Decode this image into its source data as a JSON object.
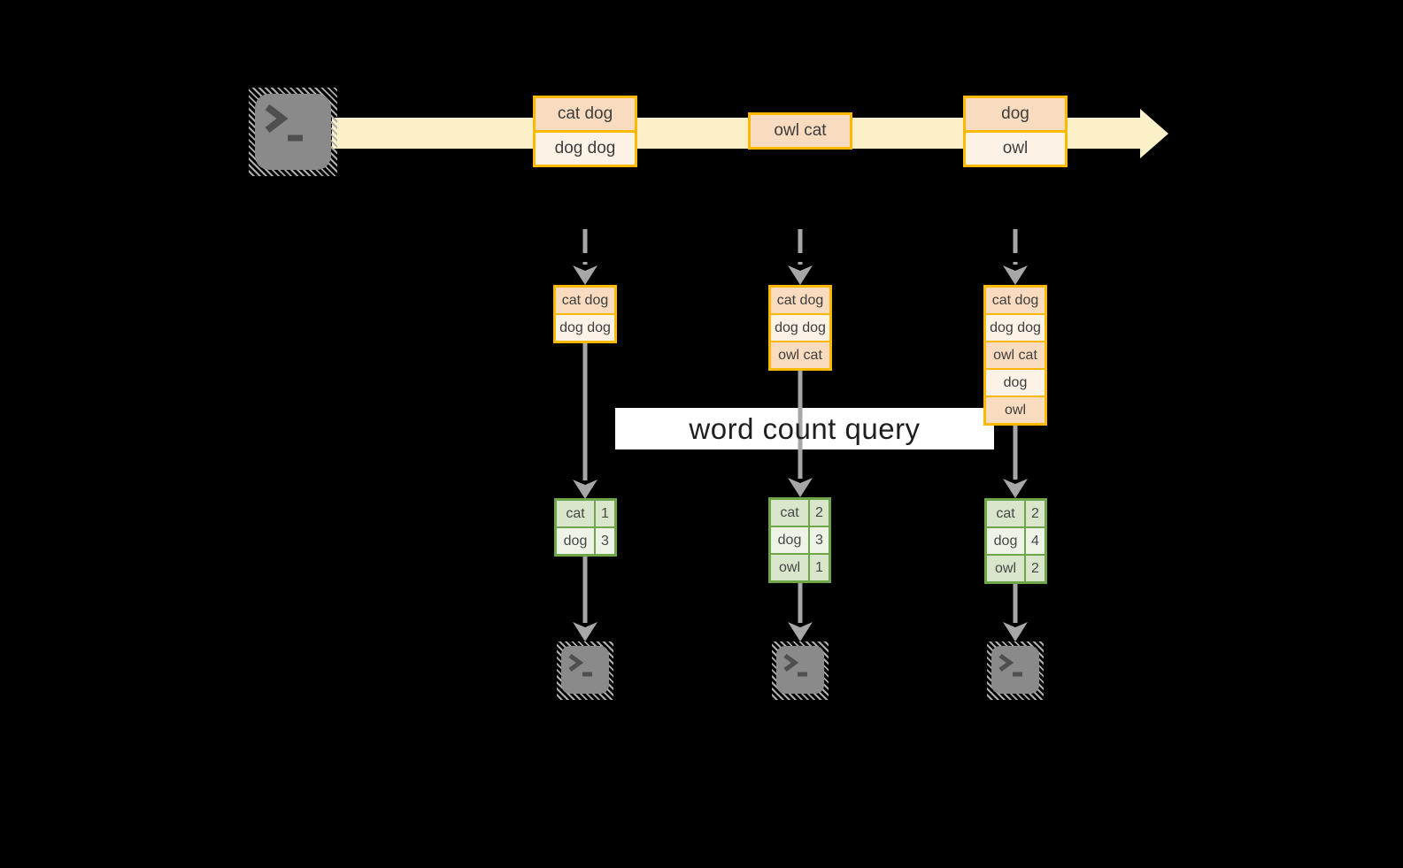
{
  "colors": {
    "background": "#000000",
    "stream_band": "#FBF0C7",
    "batch_border": "#FCB900",
    "batch_fill_dark": "#F9DCBF",
    "batch_fill_light": "#FDF2E6",
    "table_border": "#70A64A",
    "table_fill_dark": "#D9E6CB",
    "table_fill_light": "#EEF3E8",
    "arrow_gray": "#A7A7A7",
    "terminal_gray": "#8A8A8A",
    "label_bg": "#FFFFFF"
  },
  "source": {
    "icon": "terminal-icon"
  },
  "stream": {
    "batches": [
      {
        "lines": [
          "cat dog",
          "dog dog"
        ]
      },
      {
        "lines": [
          "owl cat"
        ]
      },
      {
        "lines": [
          "dog",
          "owl"
        ]
      }
    ]
  },
  "query_label": "word count query",
  "columns": [
    {
      "input_lines": [
        "cat dog",
        "dog dog"
      ],
      "counts": [
        {
          "word": "cat",
          "value": 1
        },
        {
          "word": "dog",
          "value": 3
        }
      ]
    },
    {
      "input_lines": [
        "cat dog",
        "dog dog",
        "owl cat"
      ],
      "counts": [
        {
          "word": "cat",
          "value": 2
        },
        {
          "word": "dog",
          "value": 3
        },
        {
          "word": "owl",
          "value": 1
        }
      ]
    },
    {
      "input_lines": [
        "cat dog",
        "dog dog",
        "owl cat",
        "dog",
        "owl"
      ],
      "counts": [
        {
          "word": "cat",
          "value": 2
        },
        {
          "word": "dog",
          "value": 4
        },
        {
          "word": "owl",
          "value": 2
        }
      ]
    }
  ],
  "outputs": [
    {
      "icon": "terminal-icon"
    },
    {
      "icon": "terminal-icon"
    },
    {
      "icon": "terminal-icon"
    }
  ]
}
